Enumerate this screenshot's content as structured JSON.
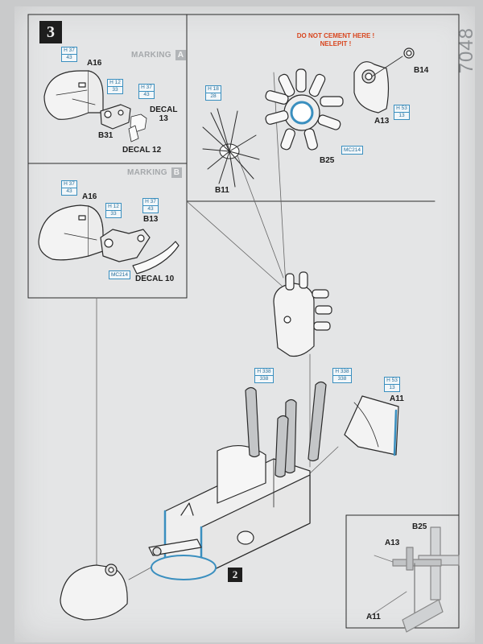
{
  "doc_code": "7048",
  "step_number": "3",
  "sub_step_number": "2",
  "warning": {
    "line1": "DO NOT CEMENT HERE !",
    "line2": "NELEPIT !"
  },
  "markings": {
    "a": "MARKING",
    "a_letter": "A",
    "b": "MARKING",
    "b_letter": "B"
  },
  "parts": {
    "a16_top": "A16",
    "b31": "B31",
    "decal13": "DECAL\n13",
    "decal12": "DECAL 12",
    "a16_mid": "A16",
    "b13": "B13",
    "decal10": "DECAL 10",
    "b14": "B14",
    "a13": "A13",
    "b25": "B25",
    "b11": "B11",
    "a11": "A11",
    "inset_b25": "B25",
    "inset_a13": "A13",
    "inset_a11": "A11"
  },
  "paints": [
    {
      "top": "H 37",
      "bottom": "43"
    },
    {
      "top": "H 12",
      "bottom": "33"
    },
    {
      "top": "H 37",
      "bottom": "43"
    },
    {
      "top": "H 37",
      "bottom": "43"
    },
    {
      "top": "H 12",
      "bottom": "33"
    },
    {
      "top": "H 37",
      "bottom": "43"
    },
    {
      "top": "H 18",
      "bottom": "28"
    },
    {
      "top": "H 53",
      "bottom": "13"
    },
    {
      "top": "H 338",
      "bottom": "338"
    },
    {
      "top": "H 338",
      "bottom": "338"
    },
    {
      "top": "H 53",
      "bottom": "13"
    }
  ],
  "mc_labels": {
    "engine": "MC214",
    "marking_b": "MC214"
  },
  "colors": {
    "accent": "#3a8fbf",
    "warning": "#d8451e",
    "ink": "#1d1d1d"
  }
}
